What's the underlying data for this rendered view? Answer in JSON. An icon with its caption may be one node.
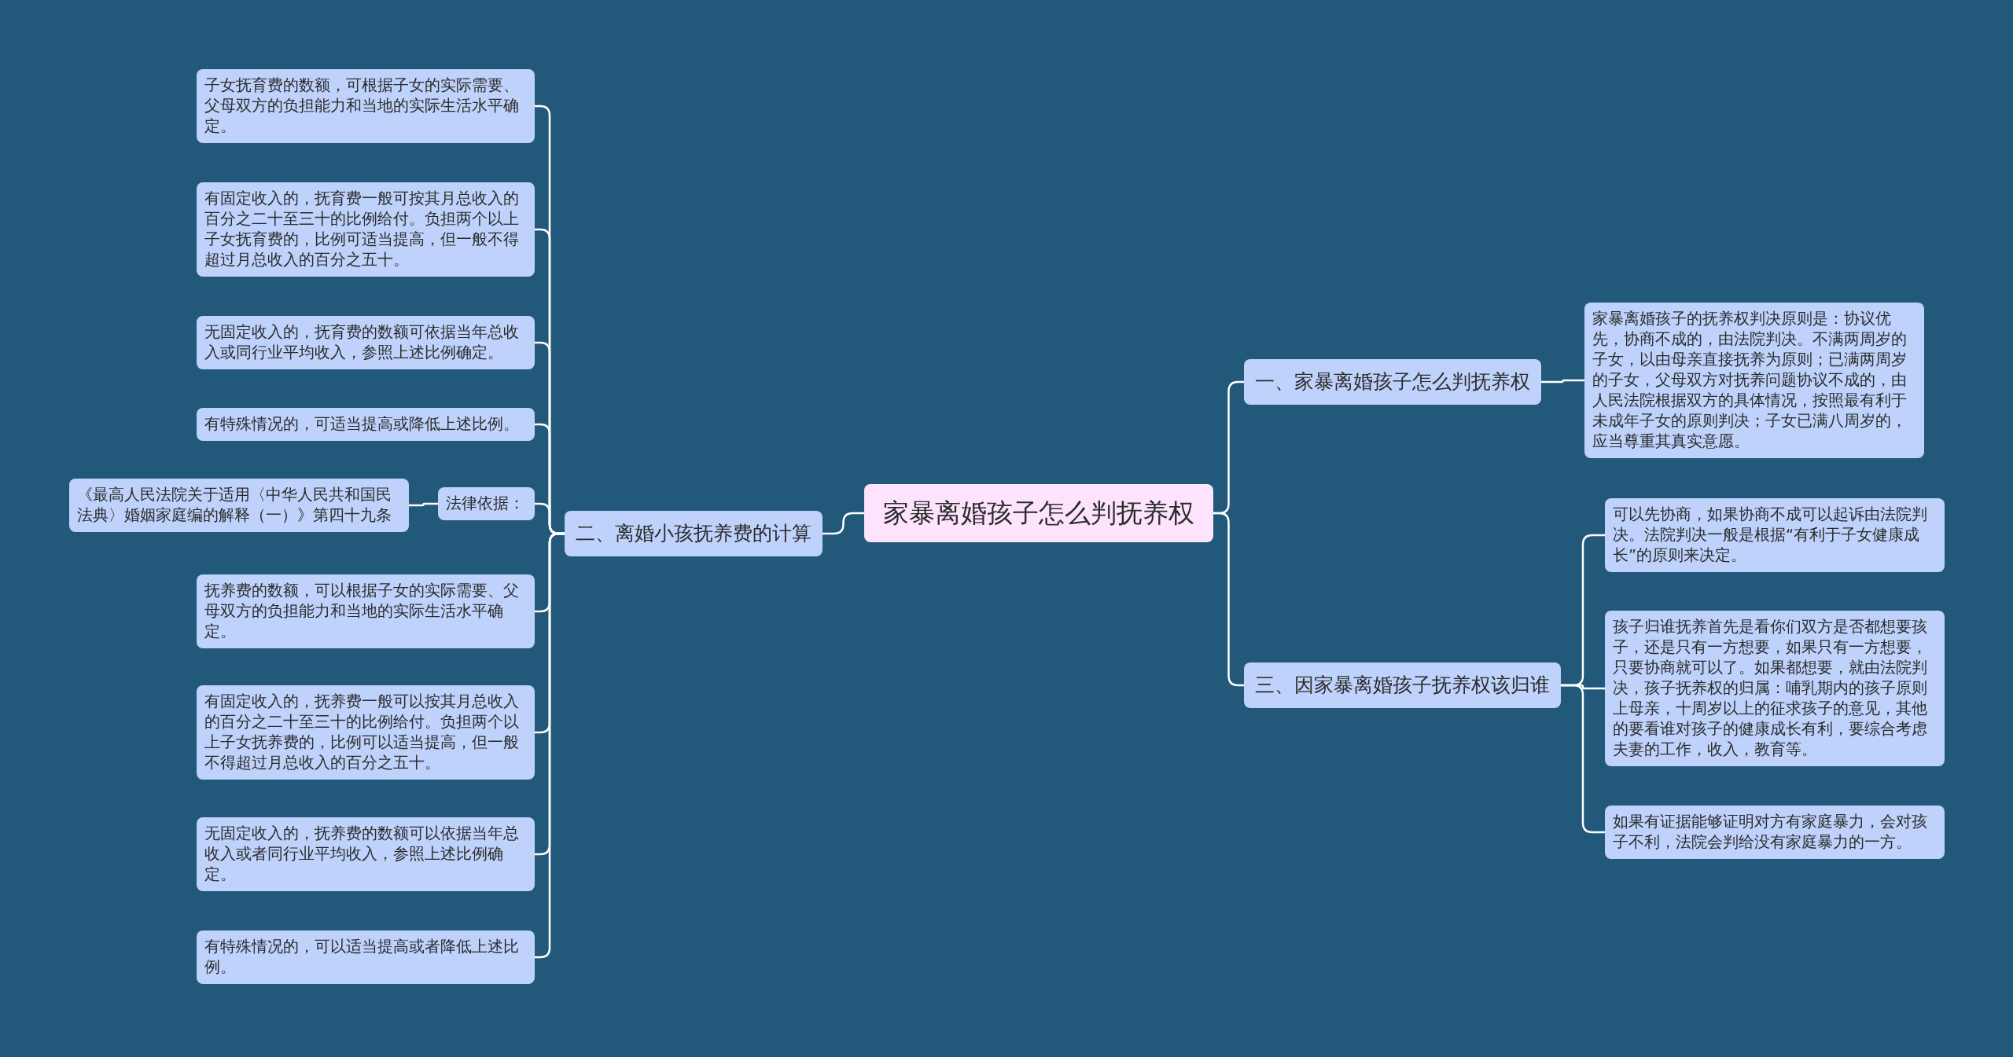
{
  "diagram": {
    "nodes": [
      {
        "text": [
          "家暴离婚孩子怎么判抚养权"
        ]
      },
      {
        "text": [
          "一、家暴离婚孩子怎么判抚养权"
        ]
      },
      {
        "text": [
          "家暴离婚孩子的抚养权判决原则是：协议优先，协商不成的，由法院判决。不满两周岁的子女，以由母亲直接抚养为原则；已满两周岁的子女，父母双方对抚养问题协议不成的，由人民法院根据双方的具体情况，按照最有利于未成年子女的原则判决；子女已满八周岁的，应当尊重其真实意愿。"
        ]
      },
      {
        "text": [
          "三、因家暴离婚孩子抚养权该归谁"
        ]
      },
      {
        "text": [
          "可以先协商，如果协商不成可以起诉由法院判决。法院判决一般是根据“有利于子女健康成长”的原则来决定。"
        ]
      },
      {
        "text": [
          "孩子归谁抚养首先是看你们双方是否都想要孩子，还是只有一方想要，如果只有一方想要，只要协商就可以了。如果都想要，就由法院判决，孩子抚养权的归属：哺乳期内的孩子原则上母亲，十周岁以上的征求孩子的意见，其他的要看谁对孩子的健康成长有利，要综合考虑夫妻的工作，收入，教育等。"
        ]
      },
      {
        "text": [
          "如果有证据能够证明对方有家庭暴力，会对孩子不利，法院会判给没有家庭暴力的一方。"
        ]
      },
      {
        "text": [
          "二、离婚小孩抚养费的计算"
        ]
      },
      {
        "text": [
          "子女抚育费的数额，可根据子女的实际需要、父母双方的负担能力和当地的实际生活水平确定。"
        ]
      },
      {
        "text": [
          "有固定收入的，抚育费一般可按其月总收入的百分之二十至三十的比例给付。负担两个以上子女抚育费的，比例可适当提高，但一般不得超过月总收入的百分之五十。"
        ]
      },
      {
        "text": [
          "无固定收入的，抚育费的数额可依据当年总收入或同行业平均收入，参照上述比例确定。"
        ]
      },
      {
        "text": [
          "有特殊情况的，可适当提高或降低上述比例。"
        ]
      },
      {
        "text": [
          "法律依据："
        ]
      },
      {
        "text": [
          "《最高人民法院关于适用〈中华人民共和国民法典〉婚姻家庭编的解释（一）》第四十九条"
        ]
      },
      {
        "text": [
          "抚养费的数额，可以根据子女的实际需要、父母双方的负担能力和当地的实际生活水平确定。"
        ]
      },
      {
        "text": [
          "有固定收入的，抚养费一般可以按其月总收入的百分之二十至三十的比例给付。负担两个以上子女抚养费的，比例可以适当提高，但一般不得超过月总收入的百分之五十。"
        ]
      },
      {
        "text": [
          "无固定收入的，抚养费的数额可以依据当年总收入或者同行业平均收入，参照上述比例确定。"
        ]
      },
      {
        "text": [
          "有特殊情况的，可以适当提高或者降低上述比例。"
        ]
      }
    ],
    "edges": [
      {
        "from": 0,
        "to": 1,
        "arrow": "none"
      },
      {
        "from": 1,
        "to": 2,
        "arrow": "none"
      },
      {
        "from": 0,
        "to": 3,
        "arrow": "none"
      },
      {
        "from": 3,
        "to": 4,
        "arrow": "none"
      },
      {
        "from": 3,
        "to": 5,
        "arrow": "none"
      },
      {
        "from": 3,
        "to": 6,
        "arrow": "none"
      },
      {
        "from": 0,
        "to": 7,
        "arrow": "none"
      },
      {
        "from": 7,
        "to": 8,
        "arrow": "none"
      },
      {
        "from": 7,
        "to": 9,
        "arrow": "none"
      },
      {
        "from": 7,
        "to": 10,
        "arrow": "none"
      },
      {
        "from": 7,
        "to": 11,
        "arrow": "none"
      },
      {
        "from": 7,
        "to": 12,
        "arrow": "none"
      },
      {
        "from": 12,
        "to": 13,
        "arrow": "none"
      },
      {
        "from": 7,
        "to": 14,
        "arrow": "none"
      },
      {
        "from": 7,
        "to": 15,
        "arrow": "none"
      },
      {
        "from": 7,
        "to": 16,
        "arrow": "none"
      },
      {
        "from": 7,
        "to": 17,
        "arrow": "none"
      }
    ]
  }
}
